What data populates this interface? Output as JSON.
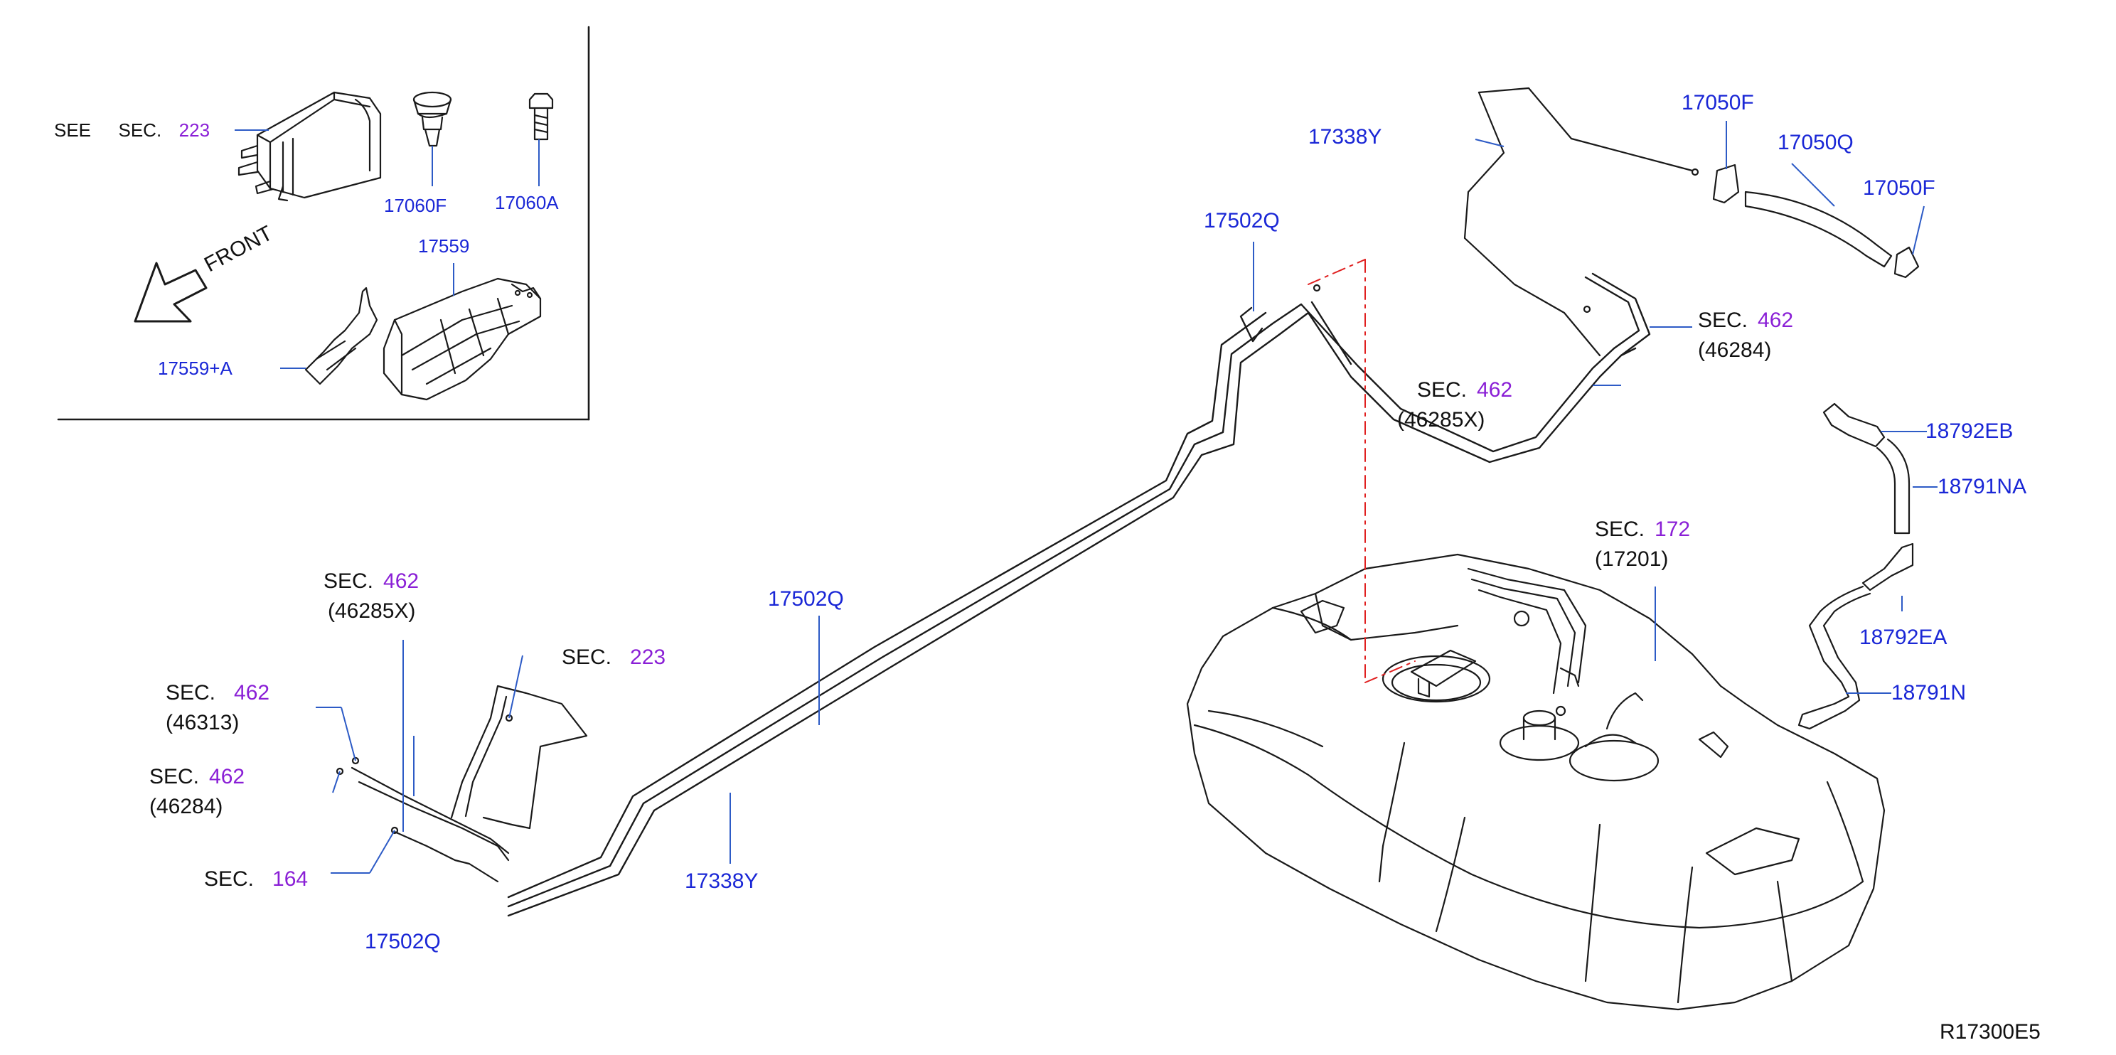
{
  "colors": {
    "part_number": "#1a27d6",
    "section_number": "#8a1fd6",
    "text": "#111111",
    "leader_line": "#2d5bc6",
    "outline": "#1a1a1a",
    "center_line": "#e02020"
  },
  "inset": {
    "see_word": "SEE",
    "sec_word": "SEC.",
    "sec_number": "223",
    "front_label": "FRONT",
    "parts": {
      "p17060F": "17060F",
      "p17060A": "17060A",
      "p17559": "17559",
      "p17559A": "17559+A"
    }
  },
  "parts": {
    "p17338Y_top": "17338Y",
    "p17050F_top": "17050F",
    "p17050Q": "17050Q",
    "p17050F_right": "17050F",
    "p17502Q_top": "17502Q",
    "p18792EB": "18792EB",
    "p18791NA": "18791NA",
    "p18792EA": "18792EA",
    "p18791N": "18791N",
    "p17502Q_mid": "17502Q",
    "p17338Y_bottom": "17338Y",
    "p17502Q_bottom": "17502Q"
  },
  "sections": {
    "s462_46284_top": {
      "sec": "SEC.",
      "num": "462",
      "code": "(46284)"
    },
    "s462_46285X_mid": {
      "sec": "SEC.",
      "num": "462",
      "code": "(46285X)"
    },
    "s172": {
      "sec": "SEC.",
      "num": "172",
      "code": "(17201)"
    },
    "s462_46285X_left": {
      "sec": "SEC.",
      "num": "462",
      "code": "(46285X)"
    },
    "s223_left": {
      "sec": "SEC.",
      "num": "223"
    },
    "s462_46313": {
      "sec": "SEC.",
      "num": "462",
      "code": "(46313)"
    },
    "s462_46284_left": {
      "sec": "SEC.",
      "num": "462",
      "code": "(46284)"
    },
    "s164": {
      "sec": "SEC.",
      "num": "164"
    }
  },
  "diagram_code": "R17300E5"
}
